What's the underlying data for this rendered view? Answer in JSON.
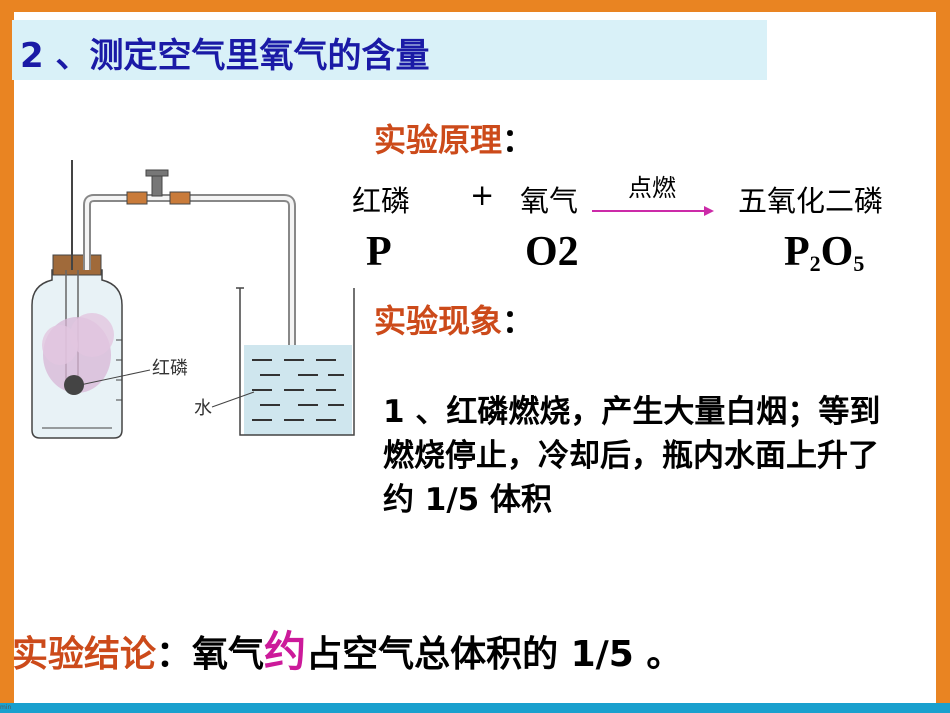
{
  "title": "2 、测定空气里氧气的含量",
  "principle": {
    "heading": "实验原理",
    "colon": "：",
    "reactant1": "红磷",
    "plus": "+",
    "reactant2": "氧气",
    "condition": "点燃",
    "product": "五氧化二磷",
    "formula_reactant1": "P",
    "formula_reactant2": "O2",
    "formula_product_p": "P",
    "formula_product_p_sub": "2",
    "formula_product_o": "O",
    "formula_product_o_sub": "5"
  },
  "phenomenon": {
    "heading": "实验现象",
    "colon": "：",
    "text": "1 、红磷燃烧，产生大量白烟；等到燃烧停止，冷却后，瓶内水面上升了约 1/5 体积"
  },
  "diagram": {
    "label_phosphorus": "红磷",
    "label_water": "水"
  },
  "conclusion": {
    "label": "实验结论",
    "colon": "：",
    "part1": "氧气",
    "emphasis": "约",
    "part2": "占空气总体积的 1/5 。"
  },
  "footer_mark": "min",
  "colors": {
    "frame_orange": "#e98422",
    "frame_blue": "#1aa0ce",
    "title_blue": "#1a1aa6",
    "heading_red": "#cc4a1a",
    "emphasis_magenta": "#cc1a9a"
  }
}
